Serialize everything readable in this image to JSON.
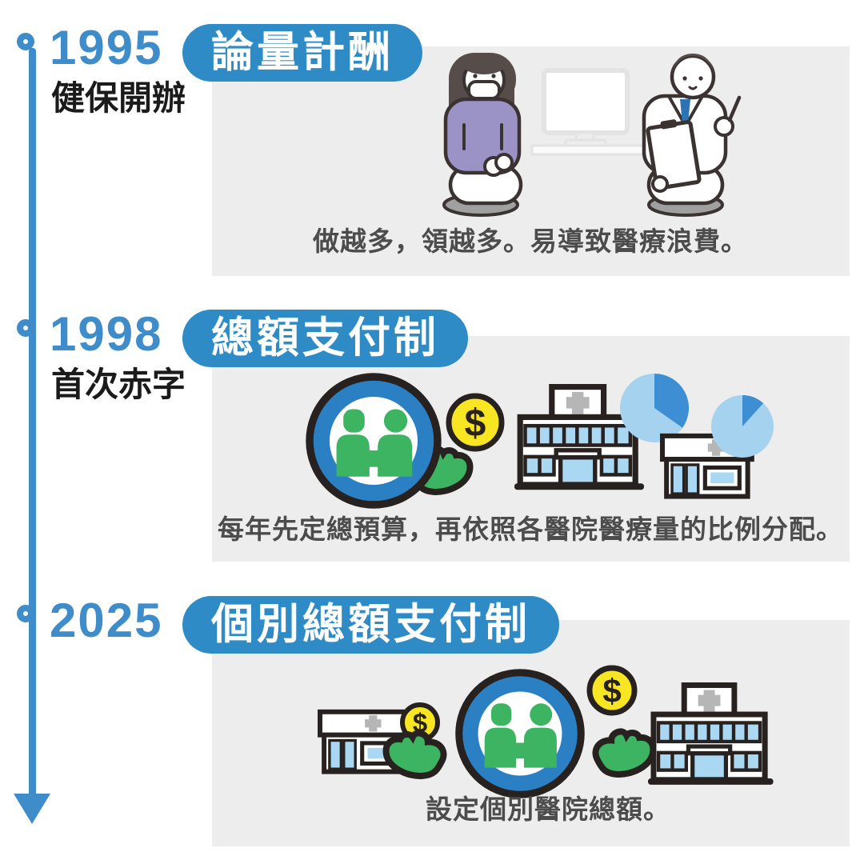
{
  "page": {
    "background": "#ffffff",
    "panel_background": "#ededed"
  },
  "colors": {
    "accent_blue": "#3e8cc9",
    "pill_blue": "#2e8bc6",
    "caption_gray": "#4c4c4c",
    "coin_yellow": "#f7e621",
    "logo_green": "#3cb462",
    "logo_ring_blue": "#2b7fc3",
    "outline_dark": "#27211f",
    "window_blue": "#aad7f2",
    "pie_light": "#a5d2ee",
    "pie_dark": "#3d8ed2",
    "sweater_purple": "#9b93c6",
    "cross_gray": "#b6b6b6"
  },
  "icons": {
    "dollar": "$"
  },
  "timeline": {
    "events": [
      {
        "year": "1995",
        "sublabel": "健保開辦",
        "title": "論量計酬",
        "caption": "做越多，領越多。易導致醫療浪費。",
        "illustration": "doctor-patient-consultation"
      },
      {
        "year": "1998",
        "sublabel": "首次赤字",
        "title": "總額支付制",
        "caption": "每年先定總預算，再依照各醫院醫療量的比例分配。",
        "illustration": "nhi-fund-distributes-budget-to-hospital-and-clinic-by-share"
      },
      {
        "year": "2025",
        "title": "個別總額支付制",
        "caption": "設定個別醫院總額。",
        "illustration": "nhi-fund-gives-separate-budgets-to-clinic-and-hospital"
      }
    ]
  },
  "chart_hints": {
    "hospital_pie_dark_fraction": 0.35,
    "clinic_pie_dark_fraction": 0.12
  }
}
